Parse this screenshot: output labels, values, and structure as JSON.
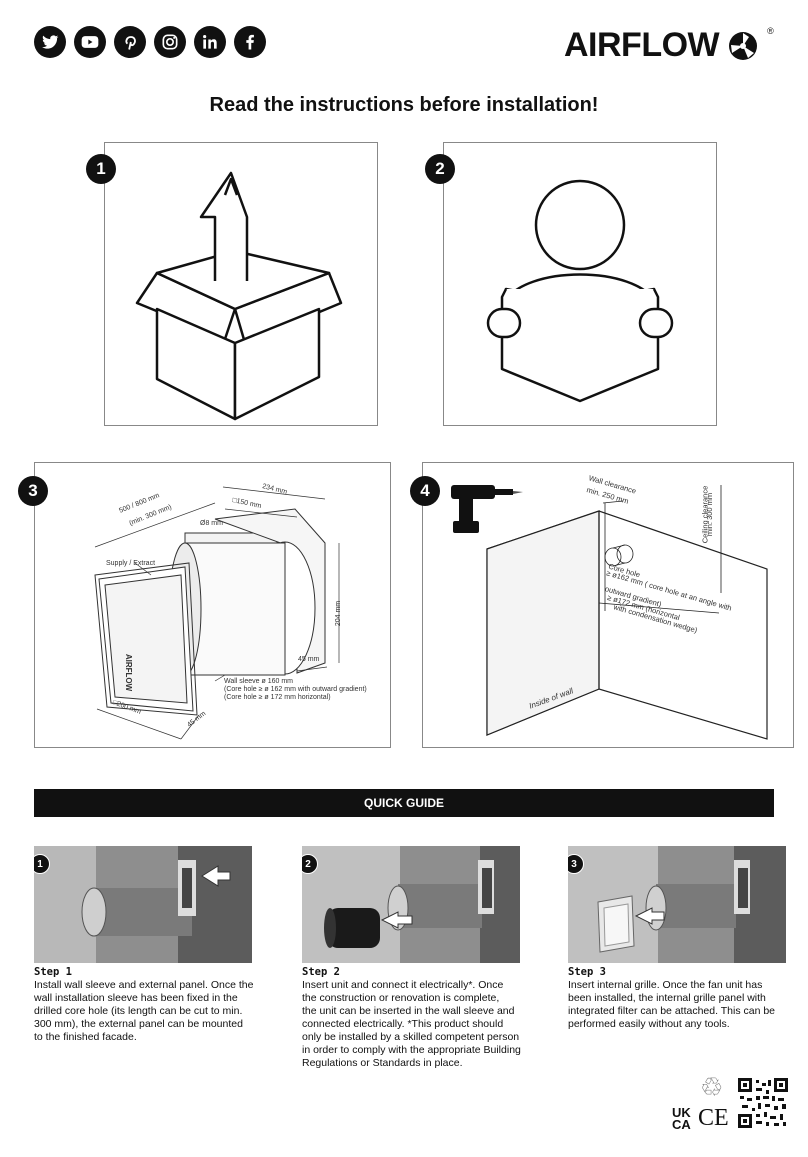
{
  "header": {
    "social_icons": [
      "twitter-icon",
      "youtube-icon",
      "pinterest-icon",
      "instagram-icon",
      "linkedin-icon",
      "facebook-icon"
    ],
    "social_glyphs": [
      "✦",
      "▶",
      "p",
      "◎",
      "in",
      "f"
    ],
    "brand": "AIRFLOW",
    "brand_mark": "®"
  },
  "headline": "Read the instructions before installation!",
  "panels": [
    {
      "number": "1"
    },
    {
      "number": "2"
    },
    {
      "number": "3",
      "dims": {
        "d234": "234 mm",
        "d150": "□150 mm",
        "d8": "Ø8 mm",
        "d500": "500 / 800 mm",
        "dmin300": "(min. 300 mm)",
        "supply": "Supply / Extract",
        "d204": "204 mm",
        "d45a": "45 mm",
        "d45b": "45 mm",
        "d200": "□200 mm",
        "sleeve1": "Wall sleeve ø 160 mm",
        "sleeve2": "(Core hole ≥ ø 162 mm with outward gradient)",
        "sleeve3": "(Core hole ≥ ø 172 mm horizontal)",
        "grille_logo": "AIRFLOW"
      }
    },
    {
      "number": "4",
      "dims": {
        "wall1": "Wall clearance",
        "wall2": "min. 250 mm",
        "ceil1": "Ceiling clearance",
        "ceil2": "min. 300 mm",
        "core1": "Core hole",
        "core2": "≥ ø162 mm ( core hole at an angle with",
        "core3": "outward gradient)",
        "core4": "≥ ø172 mm (horizontal",
        "core5": "with condensation wedge)",
        "inside": "Inside of wall"
      }
    }
  ],
  "quick_guide": "QUICK GUIDE",
  "steps": [
    {
      "number": "1",
      "title": "Step 1",
      "lines": [
        "Install wall sleeve and external panel. Once the",
        "wall installation sleeve has been fixed in the",
        "drilled core hole (its length can be cut to min.",
        "300 mm), the external panel can be mounted",
        "to the finished facade."
      ]
    },
    {
      "number": "2",
      "title": "Step 2",
      "lines": [
        "Insert unit and connect it electrically*. Once",
        "the construction or renovation is complete,",
        "the unit can be inserted in the wall sleeve and",
        "connected electrically. *This product should",
        "only be installed by a skilled competent person",
        "in order to comply with the appropriate Building",
        "Regulations or Standards in place."
      ]
    },
    {
      "number": "3",
      "title": "Step 3",
      "lines": [
        "Insert internal grille. Once the fan unit has",
        "been installed, the internal grille panel with",
        "integrated filter can be attached. This can be",
        "performed easily without any tools."
      ]
    }
  ],
  "footer": {
    "ukca_top": "UK",
    "ukca_bottom": "CA",
    "ce": "CE",
    "recycle": "♲"
  }
}
